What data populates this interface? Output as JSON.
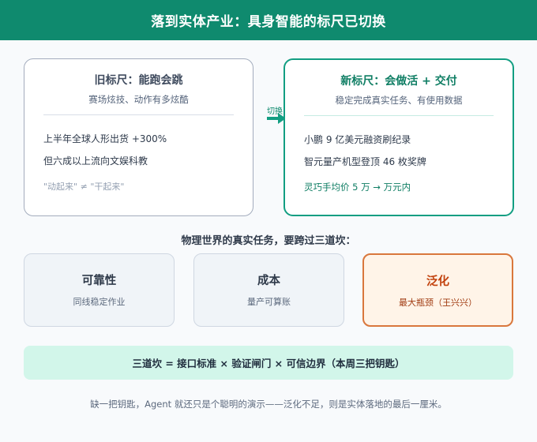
{
  "header": {
    "title": "落到实体产业：具身智能的标尺已切换"
  },
  "old_card": {
    "title": "旧标尺：能跑会跳",
    "subtitle": "赛场炫技、动作有多炫酷",
    "lines": [
      "上半年全球人形出货 +300%",
      "但六成以上流向文娱科教",
      "\"动起来\" ≠ \"干起来\""
    ]
  },
  "switch": {
    "label": "切换"
  },
  "new_card": {
    "title": "新标尺：会做活 + 交付",
    "subtitle": "稳定完成真实任务、有使用数据",
    "lines": [
      "小鹏 9 亿美元融资刷纪录",
      "智元量产机型登顶 46 枚奖牌",
      "灵巧手均价 5 万 → 万元内"
    ]
  },
  "pits": {
    "title": "物理世界的真实任务，要跨过三道坎：",
    "items": [
      {
        "name": "可靠性",
        "desc": "同线稳定作业"
      },
      {
        "name": "成本",
        "desc": "量产可算账"
      },
      {
        "name": "泛化",
        "desc": "最大瓶颈（王兴兴）"
      }
    ]
  },
  "banner": {
    "text": "三道坎 = 接口标准 × 验证闸门 × 可信边界（本周三把钥匙）"
  },
  "footer": {
    "text": "缺一把钥匙，Agent 就还只是个聪明的演示——泛化不足，则是实体落地的最后一厘米。"
  },
  "colors": {
    "header_bg": "#0f8a6e",
    "new_accent": "#129e82",
    "old_border": "#a3acbd",
    "generalization_accent": "#d9773c",
    "banner_bg": "#d2f6ea"
  },
  "icons": {
    "switch_arrow": "right-arrow-icon"
  }
}
